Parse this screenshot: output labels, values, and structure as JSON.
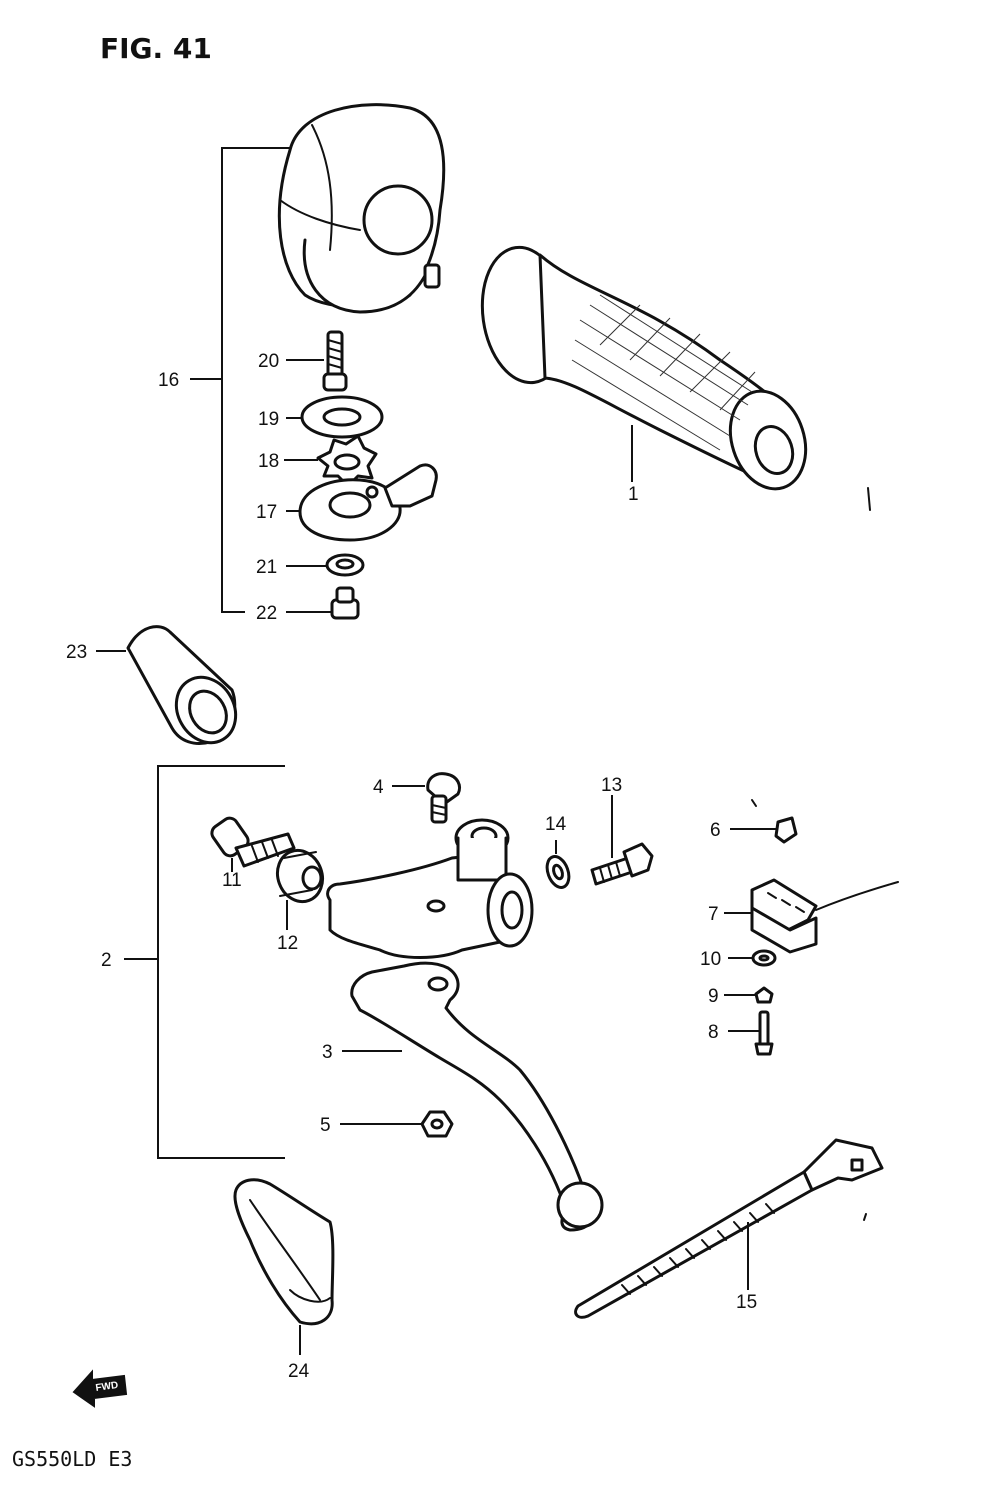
{
  "figure": {
    "title": "FIG. 41",
    "model_code": "GS550LD E3",
    "direction_label": "FWD"
  },
  "callouts": {
    "c1": "1",
    "c2": "2",
    "c3": "3",
    "c4": "4",
    "c5": "5",
    "c6": "6",
    "c7": "7",
    "c8": "8",
    "c9": "9",
    "c10": "10",
    "c11": "11",
    "c12": "12",
    "c13": "13",
    "c14": "14",
    "c15": "15",
    "c16": "16",
    "c17": "17",
    "c18": "18",
    "c19": "19",
    "c20": "20",
    "c21": "21",
    "c22": "22",
    "c23": "23",
    "c24": "24"
  },
  "colors": {
    "ink": "#111111",
    "paper": "#ffffff"
  }
}
